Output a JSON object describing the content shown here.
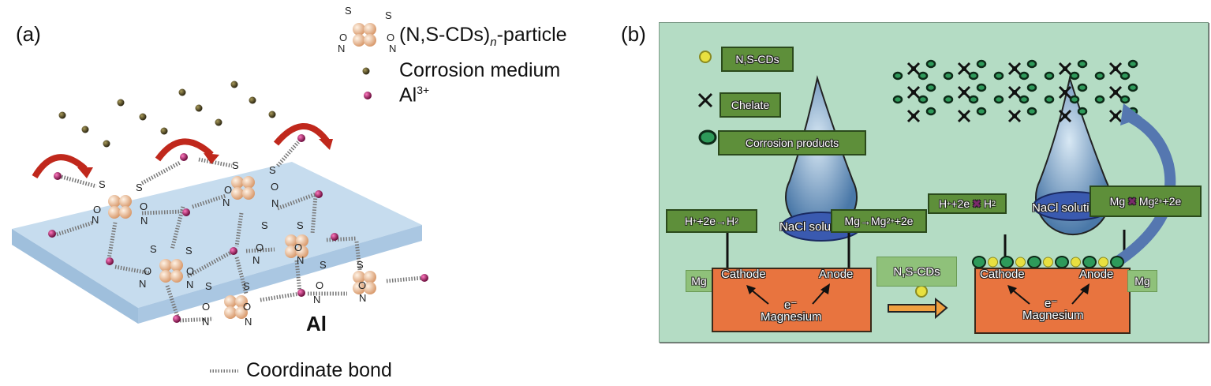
{
  "panel_a": {
    "label": "(a)",
    "substrate_label": "Al",
    "legend": {
      "particle_prefix": "(N,S-CDs)",
      "particle_subscript": "n",
      "particle_suffix": "-particle",
      "corrosion_medium": "Corrosion medium",
      "al_ion_base": "Al",
      "al_ion_charge": "3+",
      "coordinate_bond": "Coordinate bond"
    },
    "atom_labels": {
      "s": "S",
      "o": "O",
      "n": "N"
    },
    "colors": {
      "substrate": "#b9d3e8",
      "corrosion_medium": "#4a3f1c",
      "al_ion": "#b0206e",
      "arrow": "#c0281c",
      "particle": "#f0c4a0"
    }
  },
  "panel_b": {
    "label": "(b)",
    "legend": {
      "ns_cds": "N,S-CDs",
      "chelate": "Chelate",
      "corrosion_products": "Corrosion products"
    },
    "left_cell": {
      "cathode_reaction": {
        "a": "H",
        "a_sup": "+",
        "b": "+2e→H",
        "b_sub": "2"
      },
      "anode_reaction": {
        "a": "Mg→Mg",
        "a_sup": "2+",
        "b": "+2e"
      },
      "droplet": "NaCl solution",
      "cathode": "Cathode",
      "anode": "Anode",
      "electron": "e⁻",
      "metal": "Magnesium",
      "side_label": "Mg"
    },
    "transition": {
      "label": "N,S-CDs"
    },
    "right_cell": {
      "cathode_reaction": {
        "a": "H",
        "a_sup": "+",
        "b": "+2e",
        "c": "H",
        "c_sub": "2"
      },
      "anode_reaction": {
        "a": "Mg",
        "b": "Mg",
        "b_sup": "2+",
        "c": "+2e"
      },
      "droplet": "NaCl solution",
      "cathode": "Cathode",
      "anode": "Anode",
      "electron": "e⁻",
      "metal": "Magnesium",
      "side_label": "Mg"
    },
    "colors": {
      "background": "#b4dcc4",
      "label_box": "#5e8f3a",
      "metal": "#e8743f",
      "droplet": "#6a9cc8",
      "ns_cds": "#e8e040",
      "corrosion_products": "#2e9a5a",
      "arrow": "#5577b0"
    }
  }
}
